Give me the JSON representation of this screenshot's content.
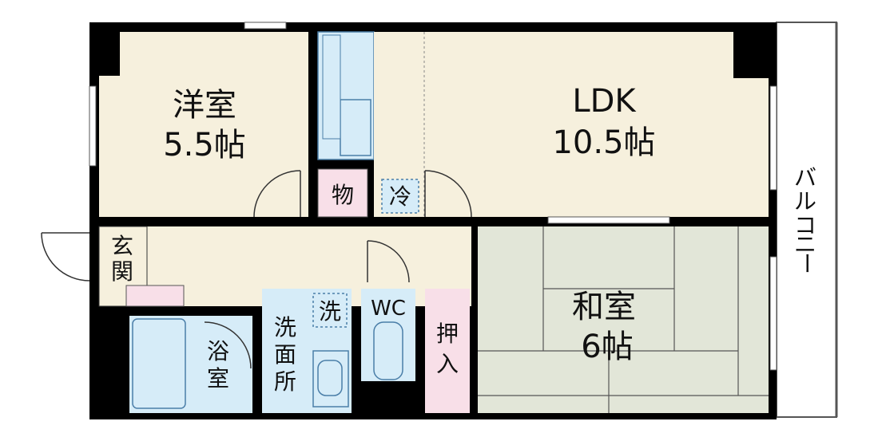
{
  "rooms": {
    "western": {
      "name": "洋室",
      "size": "5.5帖"
    },
    "ldk": {
      "name": "LDK",
      "size": "10.5帖"
    },
    "japanese": {
      "name": "和室",
      "size": "6帖"
    }
  },
  "labels": {
    "storage": "物",
    "fridge": "冷",
    "entrance_1": "玄",
    "entrance_2": "関",
    "bath_1": "浴",
    "bath_2": "室",
    "washroom_1": "洗",
    "washroom_2": "面",
    "washroom_3": "所",
    "washer": "洗",
    "wc": "WC",
    "closet_1": "押",
    "closet_2": "入",
    "balcony": [
      "バ",
      "ル",
      "コ",
      "ニ",
      "ー"
    ]
  },
  "colors": {
    "wall": "#000000",
    "western_floor": "#f6f0dd",
    "ldk_floor": "#f6f0dd",
    "tatami": "#e2e6d8",
    "water": "#d6ecf8",
    "pink": "#f8dfe8",
    "balcony": "#ffffff"
  }
}
